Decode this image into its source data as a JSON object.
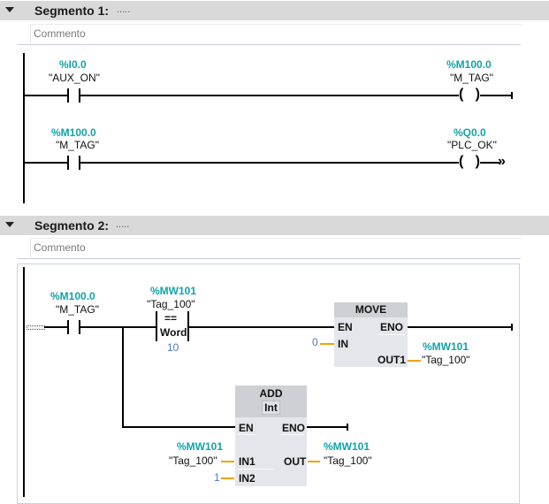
{
  "segments": [
    {
      "title": "Segmento 1:",
      "dots": ".....",
      "comment_placeholder": "Commento",
      "rungs": [
        {
          "contact": {
            "address": "%I0.0",
            "symbol": "\"AUX_ON\""
          },
          "coil": {
            "address": "%M100.0",
            "symbol": "\"M_TAG\"",
            "terminator": "end-cap-icon"
          }
        },
        {
          "contact": {
            "address": "%M100.0",
            "symbol": "\"M_TAG\""
          },
          "coil": {
            "address": "%Q0.0",
            "symbol": "\"PLC_OK\"",
            "terminator": "double-arrow-icon"
          }
        }
      ]
    },
    {
      "title": "Segmento 2:",
      "dots": ".....",
      "comment_placeholder": "Commento",
      "contact": {
        "address": "%M100.0",
        "symbol": "\"M_TAG\""
      },
      "compare": {
        "address": "%MW101",
        "symbol": "\"Tag_100\"",
        "operator": "==",
        "type": "Word",
        "value": "10"
      },
      "move": {
        "title": "MOVE",
        "pins": {
          "en": "EN",
          "eno": "ENO",
          "in": "IN",
          "out1": "OUT1"
        },
        "in_value": "0",
        "out_address": "%MW101",
        "out_symbol": "\"Tag_100\""
      },
      "add": {
        "title": "ADD",
        "type": "Int",
        "pins": {
          "en": "EN",
          "eno": "ENO",
          "in1": "IN1",
          "in2": "IN2",
          "out": "OUT"
        },
        "in1_address": "%MW101",
        "in1_symbol": "\"Tag_100\"",
        "in2_value": "1",
        "out_address": "%MW101",
        "out_symbol": "\"Tag_100\""
      }
    }
  ]
}
